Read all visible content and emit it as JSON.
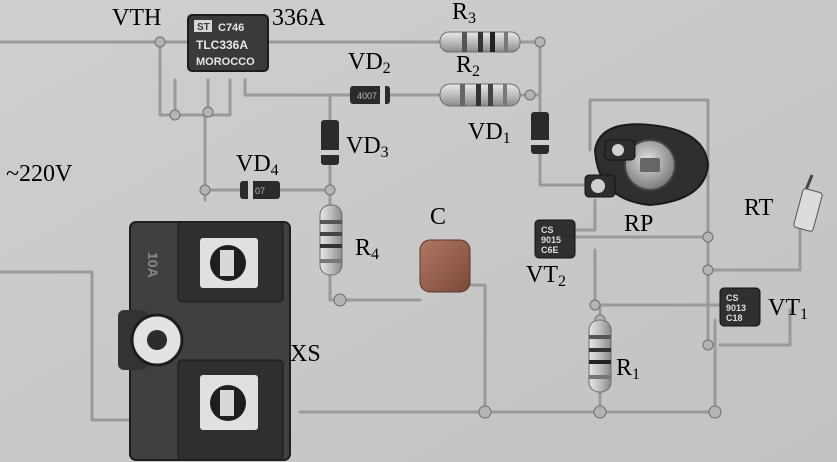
{
  "labels": {
    "vth": "VTH",
    "ic": "336A",
    "r3": {
      "main": "R",
      "sub": "3"
    },
    "r2": {
      "main": "R",
      "sub": "2"
    },
    "vd2": {
      "main": "VD",
      "sub": "2"
    },
    "vd1": {
      "main": "VD",
      "sub": "1"
    },
    "vd3": {
      "main": "VD",
      "sub": "3"
    },
    "vd4": {
      "main": "VD",
      "sub": "4"
    },
    "mains": "~220V",
    "c": "C",
    "r4": {
      "main": "R",
      "sub": "4"
    },
    "rp": "RP",
    "rt": "RT",
    "vt2": {
      "main": "VT",
      "sub": "2"
    },
    "vt1": {
      "main": "VT",
      "sub": "1"
    },
    "xs": "XS",
    "r1": {
      "main": "R",
      "sub": "1"
    }
  },
  "chip": {
    "line1": "C746",
    "line2": "TLC336A",
    "line3": "MOROCCO"
  },
  "vt2_mark": [
    "CS",
    "9015",
    "C6E"
  ],
  "vt1_mark": [
    "CS",
    "9013",
    "C18"
  ],
  "socket_mark": "10A"
}
